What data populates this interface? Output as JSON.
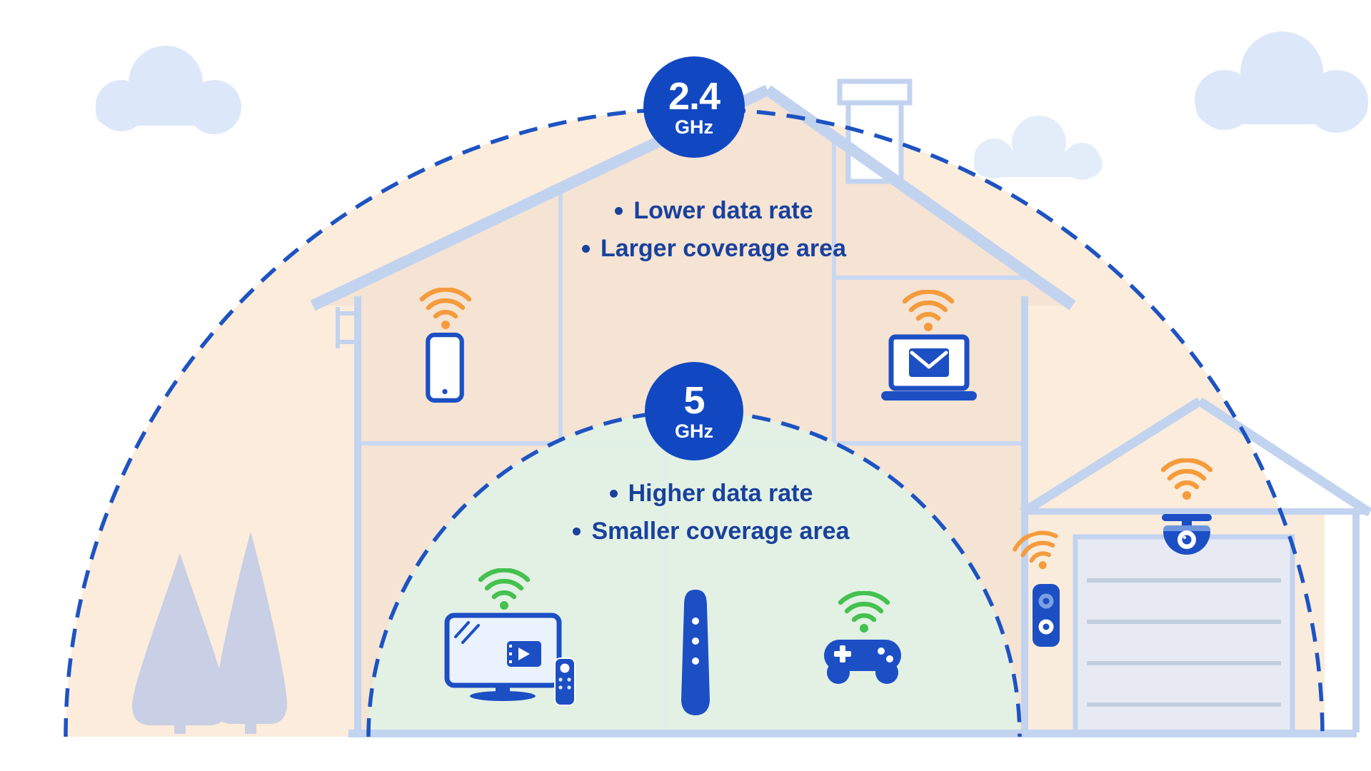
{
  "infographic": {
    "bands": [
      {
        "frequency": "2.4",
        "unit": "GHz",
        "bullets": [
          "Lower data rate",
          "Larger coverage area"
        ]
      },
      {
        "frequency": "5",
        "unit": "GHz",
        "bullets": [
          "Higher data rate",
          "Smaller coverage area"
        ]
      }
    ]
  },
  "devices": [
    {
      "name": "smartphone",
      "zone": "2.4 GHz"
    },
    {
      "name": "laptop-email",
      "zone": "2.4 GHz"
    },
    {
      "name": "security-camera",
      "zone": "2.4 GHz"
    },
    {
      "name": "video-doorbell",
      "zone": "2.4 GHz"
    },
    {
      "name": "smart-tv",
      "zone": "5 GHz"
    },
    {
      "name": "tv-remote",
      "zone": "5 GHz"
    },
    {
      "name": "game-controller",
      "zone": "5 GHz"
    },
    {
      "name": "wifi-router",
      "zone": "center"
    }
  ],
  "colors": {
    "badge_blue": "#1148c2",
    "dash_blue": "#1d53c2",
    "text_blue": "#19419c",
    "device_blue": "#1c4fc4",
    "wifi_orange": "#f59b3c",
    "wifi_green": "#44c14e",
    "zone_24_fill": "#fcecdb",
    "zone_5_fill": "#e1f1e6",
    "house_fill": "#f5e3d4",
    "structure_blue": "#c2d3ef"
  }
}
